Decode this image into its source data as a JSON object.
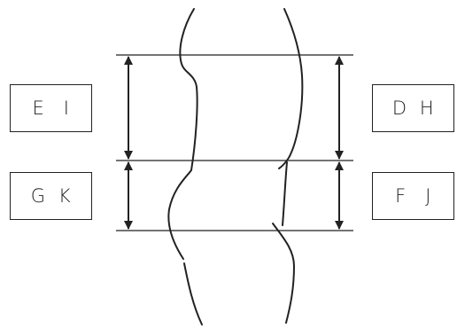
{
  "labels": {
    "upper_left": "E   I",
    "upper_right": "D  H",
    "lower_left": "G  K",
    "lower_right": "F   J"
  },
  "colors": {
    "stroke": "#222222",
    "background": "#ffffff"
  }
}
